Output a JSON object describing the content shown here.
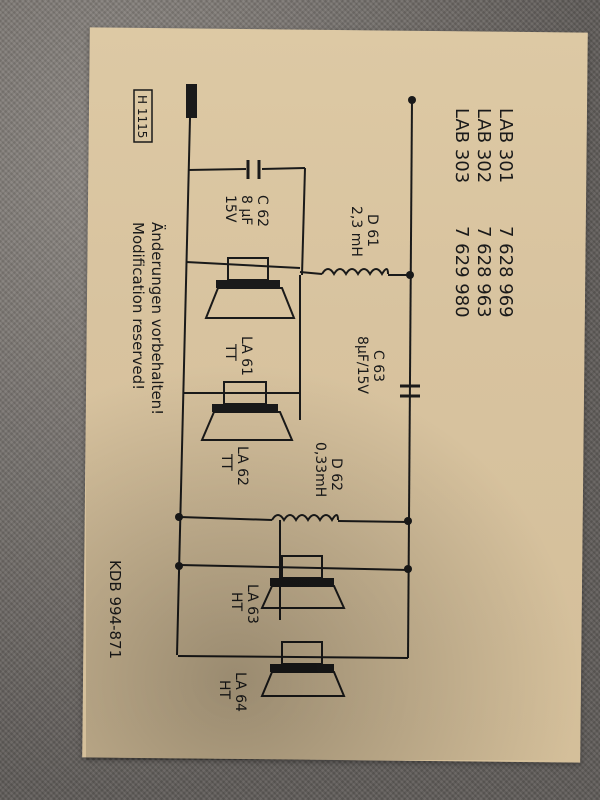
{
  "labels": {
    "doc_id": "H 1115",
    "models": [
      {
        "model": "LAB  301",
        "number": "7 628 969"
      },
      {
        "model": "LAB  302",
        "number": "7 628 963"
      },
      {
        "model": "LAB  303",
        "number": "7 629 980"
      }
    ],
    "c62": {
      "name": "C 62",
      "value": "8 µF",
      "voltage": "15V"
    },
    "d61": {
      "name": "D 61",
      "value": "2,3 mH"
    },
    "c63": {
      "name": "C 63",
      "value": "8µF/15V"
    },
    "la61": {
      "name": "LA 61",
      "type": "TT"
    },
    "la62": {
      "name": "LA 62",
      "type": "TT"
    },
    "d62": {
      "name": "D 62",
      "value": "0,33mH"
    },
    "la63": {
      "name": "LA 63",
      "type": "HT"
    },
    "la64": {
      "name": "LA 64",
      "type": "HT"
    },
    "notice_de": "Änderungen vorbehalten!",
    "notice_en": "Modification reserved!",
    "kdb": "KDB  994-871"
  },
  "colors": {
    "paper": "#d8c39f",
    "ink": "#1a1a1a",
    "fabric": "#6e6a66"
  }
}
